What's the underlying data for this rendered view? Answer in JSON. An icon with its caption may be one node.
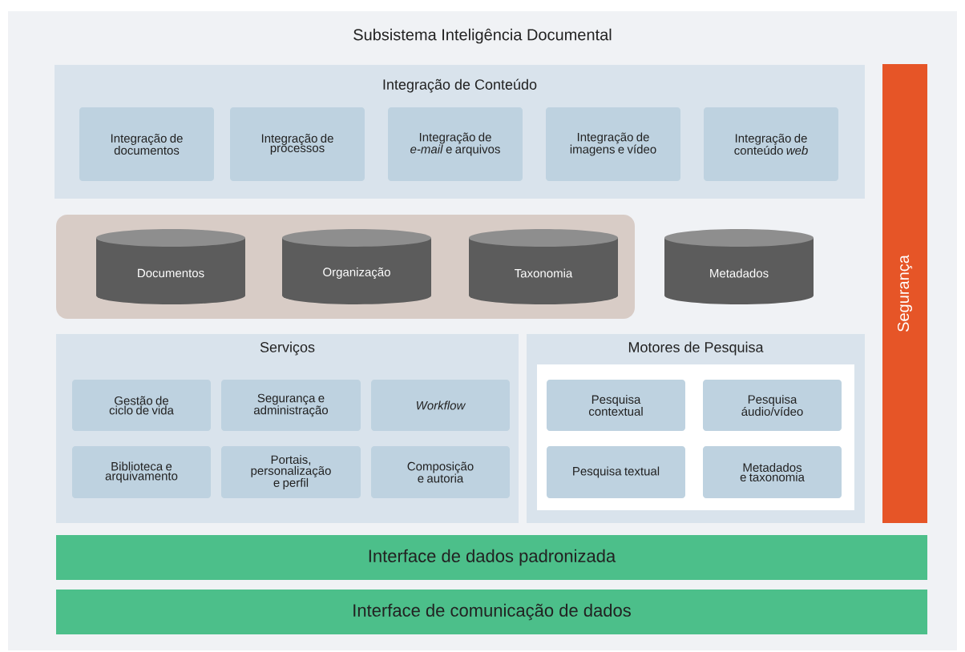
{
  "diagram": {
    "nodes": [
      {
        "text": [
          "Subsistema Inteligência Documental"
        ]
      },
      {
        "text": [
          "Integração de Conteúdo"
        ],
        "in": 0
      },
      {
        "text": [
          "Integração de documentos"
        ],
        "in": 1
      },
      {
        "text": [
          "Integração de processos"
        ],
        "in": 1
      },
      {
        "text": [
          "Integração de *e-mail* e arquivos"
        ],
        "in": 1
      },
      {
        "text": [
          "Integração de imagens e vídeo"
        ],
        "in": 1
      },
      {
        "text": [
          "Integração de conteúdo *web*"
        ],
        "in": 1
      },
      {
        "text": [],
        "shape": "box",
        "in": 0
      },
      {
        "text": [
          "Documentos"
        ],
        "in": 7
      },
      {
        "text": [
          "Organização"
        ],
        "in": 7
      },
      {
        "text": [
          "Taxonomia"
        ],
        "in": 7
      },
      {
        "text": [
          "Metadados"
        ],
        "in": 0
      },
      {
        "text": [
          "Serviços"
        ],
        "in": 0
      },
      {
        "text": [
          "Gestão de ciclo de vida"
        ],
        "in": 12
      },
      {
        "text": [
          "Segurança e administração"
        ],
        "in": 12
      },
      {
        "text": [
          "Workflow"
        ],
        "in": 12
      },
      {
        "text": [
          "Biblioteca e arquivamento"
        ],
        "in": 12
      },
      {
        "text": [
          "Portais, personalização e perfil"
        ],
        "in": 12
      },
      {
        "text": [
          "Composição e autoria"
        ],
        "in": 12
      },
      {
        "text": [
          "Motores de Pesquisa"
        ],
        "in": 0
      },
      {
        "text": [],
        "shape": "box",
        "in": 19
      },
      {
        "text": [
          "Pesquisa contextual"
        ],
        "in": 20
      },
      {
        "text": [
          "Pesquisa áudio/vídeo"
        ],
        "in": 20
      },
      {
        "text": [
          "Pesquisa textual"
        ],
        "in": 20
      },
      {
        "text": [
          "Metadados e taxonomia"
        ],
        "in": 20
      },
      {
        "text": [
          "Segurança"
        ],
        "in": 0
      },
      {
        "text": [
          "Interface de dados padronizada"
        ],
        "in": 0
      },
      {
        "text": [
          "Interface de comunicação de dados"
        ],
        "in": 0
      }
    ]
  }
}
